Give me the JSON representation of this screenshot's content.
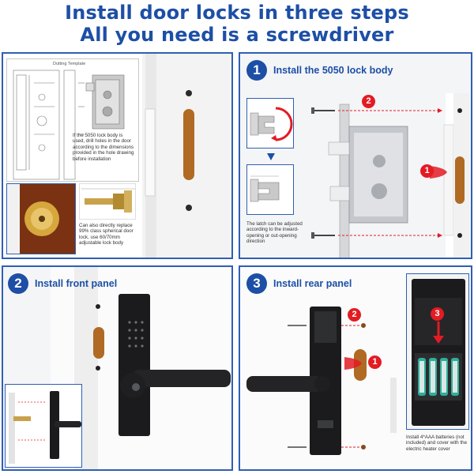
{
  "header": {
    "line1": "Install door locks in three steps",
    "line2": "All you need is a screwdriver"
  },
  "template_panel": {
    "drawing_title": "Dutting Template",
    "caption_top": "If the 5050 lock body is used, drill holes in the door according to the dimensions provided in the hole drawing before installation",
    "caption_bottom": "Can also directly replace 99% class spherical door lock, use 60/70mm adjustable lock body"
  },
  "step1": {
    "number": "1",
    "title": "Install the 5050 lock body",
    "caption": "The latch can be adjusted according to the inward-opening or out-opening direction",
    "markers": [
      "1",
      "2"
    ]
  },
  "step2": {
    "number": "2",
    "title": "Install front panel"
  },
  "step3": {
    "number": "3",
    "title": "Install rear panel",
    "caption": "Install 4*AAA batteries (not included) and cover with the electric heater cover",
    "markers": [
      "1",
      "2",
      "3"
    ]
  },
  "icons": [
    "arrow-down-icon",
    "rotate-arrow-icon",
    "screw-icon",
    "screwdriver-icon"
  ],
  "colors": {
    "heading_blue": "#1d4fa6",
    "panel_border": "#2f5fb3",
    "marker_red": "#e31b23",
    "lock_black": "#1b1b1d",
    "wood_brown": "#8a4a1f"
  }
}
